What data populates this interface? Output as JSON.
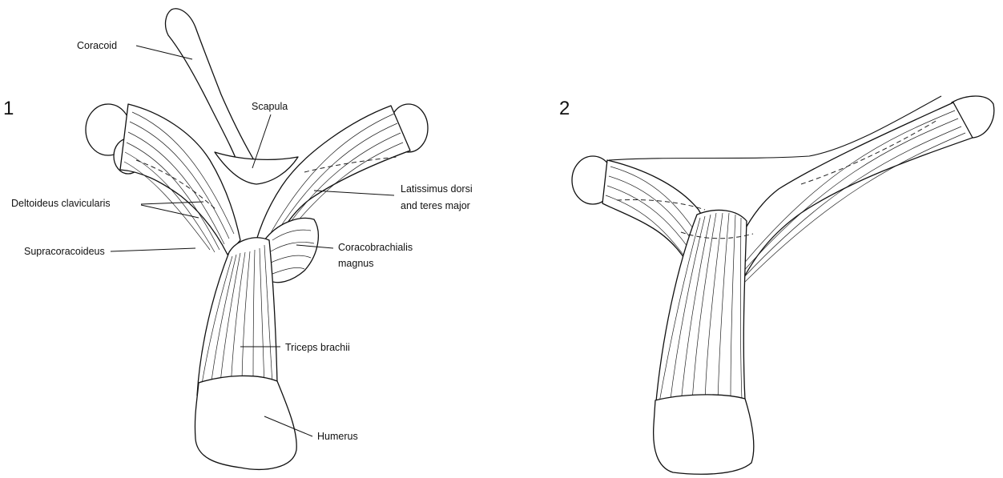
{
  "panels": [
    {
      "number": "1"
    },
    {
      "number": "2"
    }
  ],
  "labels": {
    "coracoid": "Coracoid",
    "scapula": "Scapula",
    "latissimus_line1": "Latissimus dorsi",
    "latissimus_line2": "and teres major",
    "deltoideus": "Deltoideus clavicularis",
    "supracoracoideus": "Supracoracoideus",
    "coracobrachialis_line1": "Coracobrachialis",
    "coracobrachialis_line2": "magnus",
    "triceps": "Triceps brachii",
    "humerus": "Humerus"
  }
}
